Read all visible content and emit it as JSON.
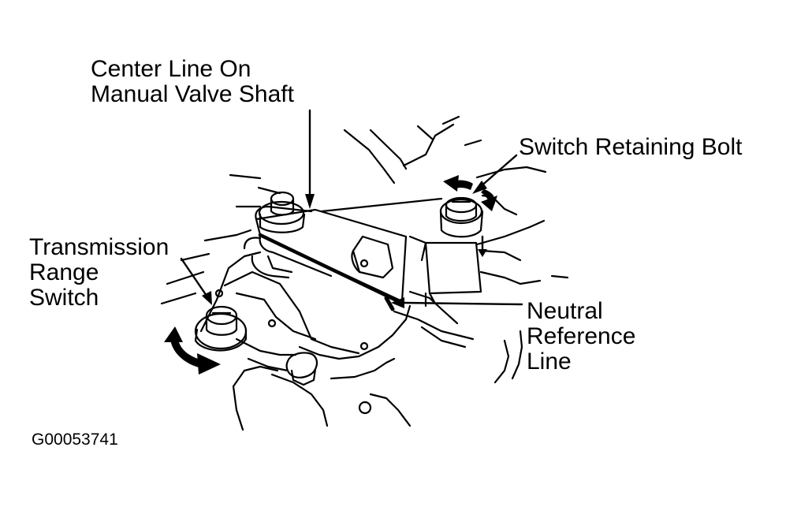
{
  "labels": {
    "center_line": {
      "line1": "Center Line On",
      "line2": "Manual Valve Shaft"
    },
    "retaining_bolt": "Switch Retaining Bolt",
    "range_switch": {
      "line1": "Transmission",
      "line2": "Range",
      "line3": "Switch"
    },
    "neutral_line": {
      "line1": "Neutral",
      "line2": "Reference",
      "line3": "Line"
    }
  },
  "figure_code": "G00053741",
  "colors": {
    "ink": "#000000",
    "paper": "#ffffff"
  }
}
